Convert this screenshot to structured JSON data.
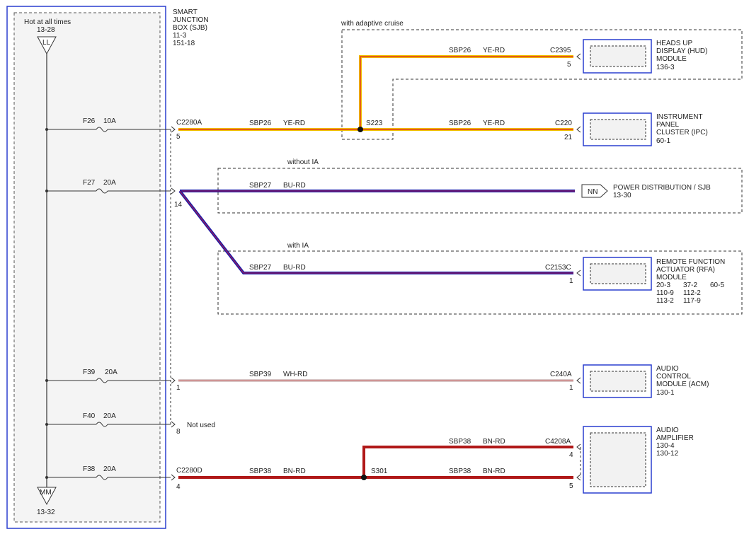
{
  "sjb": {
    "hot_label": "Hot at all times",
    "hot_ref": "13-28",
    "top_conn": "LL",
    "bottom_conn": "MM",
    "bottom_ref": "13-32",
    "title_lines": [
      "SMART",
      "JUNCTION",
      "BOX (SJB)",
      "11-3",
      "151-18"
    ]
  },
  "fuses": [
    {
      "id": "F26",
      "rating": "10A"
    },
    {
      "id": "F27",
      "rating": "20A"
    },
    {
      "id": "F39",
      "rating": "20A"
    },
    {
      "id": "F40",
      "rating": "20A"
    },
    {
      "id": "F38",
      "rating": "20A"
    }
  ],
  "sjb_pins": {
    "c2280a": "C2280A",
    "c2280a_pin": "5",
    "pin14": "14",
    "pin1": "1",
    "pin8": "8",
    "not_used": "Not used",
    "c2280d": "C2280D",
    "c2280d_pin": "4"
  },
  "options": {
    "adaptive_cruise": "with adaptive cruise",
    "without_ia": "without IA",
    "with_ia": "with IA"
  },
  "wires": {
    "sbp26_hud": {
      "circuit": "SBP26",
      "color": "YE-RD"
    },
    "sbp26_main": {
      "circuit": "SBP26",
      "color": "YE-RD"
    },
    "sbp26_ipc": {
      "circuit": "SBP26",
      "color": "YE-RD"
    },
    "sbp27_pd": {
      "circuit": "SBP27",
      "color": "BU-RD"
    },
    "sbp27_rfa": {
      "circuit": "SBP27",
      "color": "BU-RD"
    },
    "sbp39": {
      "circuit": "SBP39",
      "color": "WH-RD"
    },
    "sbp38_amp": {
      "circuit": "SBP38",
      "color": "BN-RD"
    },
    "sbp38_main": {
      "circuit": "SBP38",
      "color": "BN-RD"
    },
    "sbp38_amp5": {
      "circuit": "SBP38",
      "color": "BN-RD"
    }
  },
  "splices": {
    "s223": "S223",
    "s301": "S301"
  },
  "connectors": {
    "c2395": "C2395",
    "c2395_pin": "5",
    "c220": "C220",
    "c220_pin": "21",
    "c2153c": "C2153C",
    "c2153c_pin": "1",
    "c240a": "C240A",
    "c240a_pin": "1",
    "c4208a": "C4208A",
    "c4208a_pin4": "4",
    "c4208a_pin5": "5"
  },
  "modules": {
    "hud": [
      "HEADS UP",
      "DISPLAY (HUD)",
      "MODULE",
      "136-3"
    ],
    "ipc": [
      "INSTRUMENT",
      "PANEL",
      "CLUSTER (IPC)",
      "60-1"
    ],
    "pd_conn": "NN",
    "pd_label": [
      "POWER DISTRIBUTION / SJB",
      "13-30"
    ],
    "rfa": [
      "REMOTE FUNCTION",
      "ACTUATOR (RFA)",
      "MODULE"
    ],
    "rfa_refs": [
      [
        "20-3",
        "37-2",
        "60-5"
      ],
      [
        "110-9",
        "112-2"
      ],
      [
        "113-2",
        "117-9"
      ]
    ],
    "acm": [
      "AUDIO",
      "CONTROL",
      "MODULE (ACM)",
      "130-1"
    ],
    "amp": [
      "AUDIO",
      "AMPLIFIER",
      "130-4",
      "130-12"
    ]
  },
  "colors": {
    "ye_rd_outer": "#f0c000",
    "ye_rd_inner": "#e02020",
    "bu_rd_outer": "#1a1aa8",
    "bu_rd_inner": "#c02040",
    "wh_rd_outer": "#d8c8c8",
    "bn_rd_outer": "#b01818",
    "module_border": "#2a3fcf",
    "module_fill": "#f2f2f2"
  }
}
